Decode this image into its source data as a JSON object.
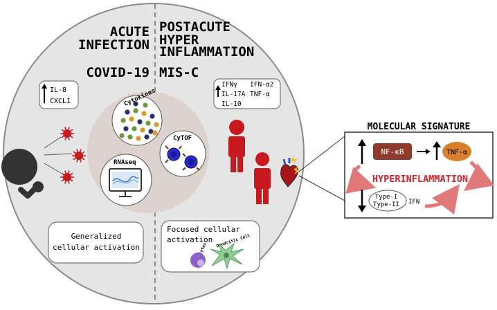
{
  "left_panel": {
    "header_line1": "ACUTE",
    "header_line2": "INFECTION",
    "disease": "COVID-19",
    "markers": [
      "IL-8",
      "CXCL1"
    ],
    "activation_line1": "Generalized",
    "activation_line2": "cellular activation"
  },
  "right_panel": {
    "header_line1": "POSTACUTE",
    "header_line2": "HYPER",
    "header_line3": "INFLAMMATION",
    "disease": "MIS-C",
    "markers": {
      "col1": [
        "IFNγ",
        "IL-17A",
        "IL-10"
      ],
      "col2": [
        "IFN-α2",
        "TNF-α"
      ]
    },
    "activation_line1": "Focused cellular",
    "activation_line2": "activation",
    "cells": [
      "Monocytes",
      "Dendritic Cell"
    ]
  },
  "methods": {
    "cytokines": "Cytokines",
    "cytof": "CyTOF",
    "rnaseq": "RNAseq"
  },
  "signature": {
    "title": "MOLECULAR SIGNATURE",
    "nfkb": "NF-κB",
    "tnf": "TNF-α",
    "center": "HYPERINFLAMMATION",
    "type1": "Type-I",
    "type2": "Type-II",
    "ifn": "IFN"
  },
  "colors": {
    "virus_red": "#c8191f",
    "person_red": "#c8191f",
    "nfkb_brown": "#8e3a2c",
    "tnf_orange": "#d9802e",
    "hyper_red": "#d6222a",
    "arrow_pink": "#e07a7a",
    "circle_bg": "#e4e4e4",
    "inner_circle": "#ddd2cd",
    "cytof_blue": "#2a2ad8",
    "monocyte_purple": "#8c60c8",
    "dendritic_green": "#8fd195"
  }
}
